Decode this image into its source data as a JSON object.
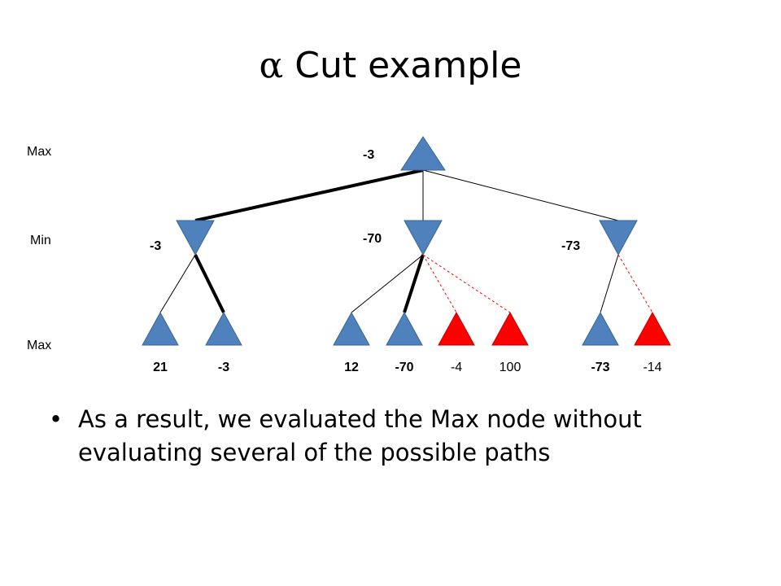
{
  "title": {
    "symbol": "α",
    "text": "Cut example"
  },
  "level_labels": [
    "Max",
    "Min",
    "Max"
  ],
  "root": {
    "value": "-3"
  },
  "min_nodes": [
    {
      "value": "-3"
    },
    {
      "value": "-70"
    },
    {
      "value": "-73"
    }
  ],
  "leaves": [
    {
      "value": "21",
      "pruned": false,
      "bold": true
    },
    {
      "value": "-3",
      "pruned": false,
      "bold": true
    },
    {
      "value": "12",
      "pruned": false,
      "bold": true
    },
    {
      "value": "-70",
      "pruned": false,
      "bold": true
    },
    {
      "value": "-4",
      "pruned": true,
      "bold": false
    },
    {
      "value": "100",
      "pruned": true,
      "bold": false
    },
    {
      "value": "-73",
      "pruned": false,
      "bold": true
    },
    {
      "value": "-14",
      "pruned": true,
      "bold": false
    }
  ],
  "colors": {
    "node": "#4f81bd",
    "pruned": "#ff0000",
    "edge": "#000000",
    "pruned_edge": "#ff0000"
  },
  "bullet": {
    "symbol": "•",
    "text": "As a result, we evaluated the Max node without evaluating several of the possible paths"
  }
}
